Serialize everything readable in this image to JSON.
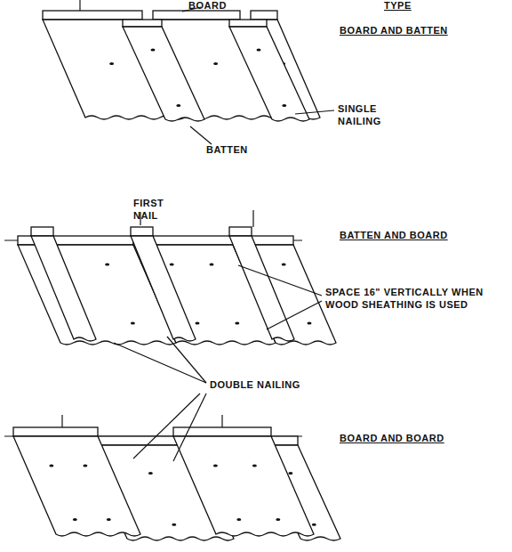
{
  "diagram": {
    "labels": [
      "BOARD",
      "TYPE",
      "BOARD AND BATTEN",
      "SINGLE NAILING",
      "BATTEN",
      "FIRST NAIL",
      "BATTEN AND BOARD",
      "SPACE 16\" VERTICALLY WHEN WOOD SHEATHING IS USED",
      "DOUBLE NAILING",
      "BOARD AND BOARD"
    ]
  }
}
